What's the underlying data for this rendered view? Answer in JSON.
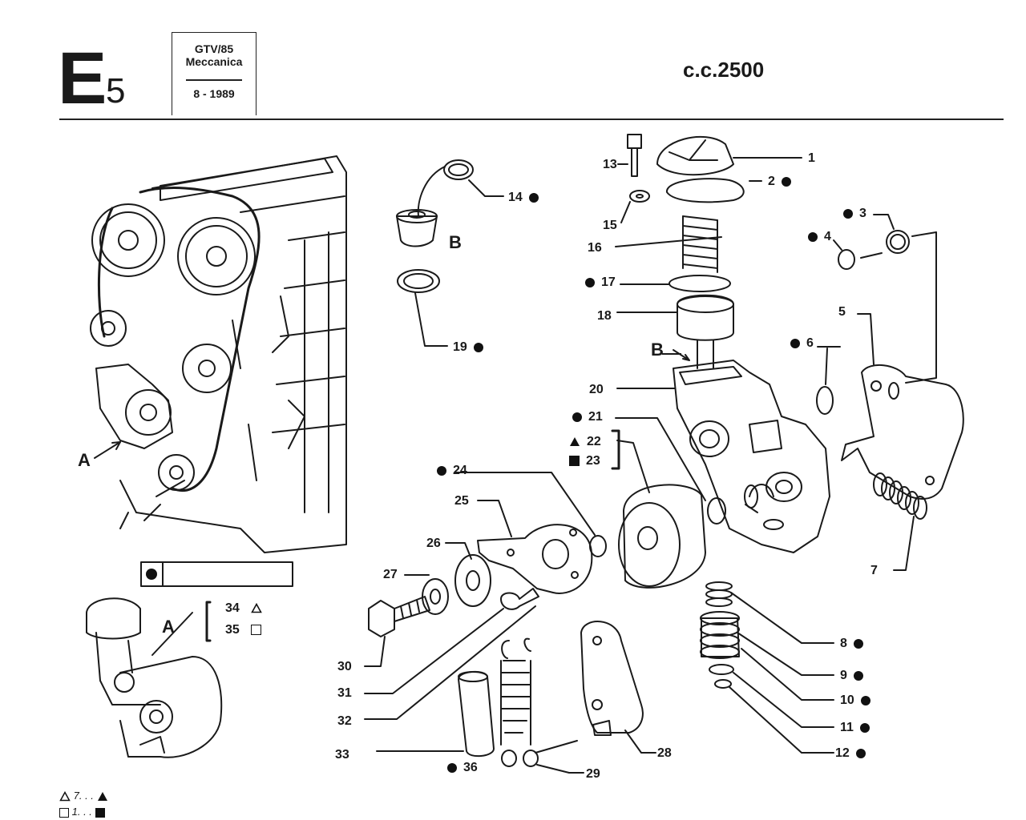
{
  "header": {
    "section_letter": "E",
    "section_number": "5",
    "model": "GTV/85",
    "category": "Meccanica",
    "date": "8 - 1989",
    "displacement": "c.c.2500"
  },
  "view_labels": {
    "a": "A",
    "b": "B"
  },
  "callouts": {
    "c1": "1",
    "c2": "2",
    "c3": "3",
    "c4": "4",
    "c5": "5",
    "c6": "6",
    "c7": "7",
    "c8": "8",
    "c9": "9",
    "c10": "10",
    "c11": "11",
    "c12": "12",
    "c13": "13",
    "c14": "14",
    "c15": "15",
    "c16": "16",
    "c17": "17",
    "c18": "18",
    "c19": "19",
    "c20": "20",
    "c21": "21",
    "c22": "22",
    "c23": "23",
    "c24": "24",
    "c25": "25",
    "c26": "26",
    "c27": "27",
    "c28": "28",
    "c29": "29",
    "c30": "30",
    "c31": "31",
    "c32": "32",
    "c33": "33",
    "c34": "34",
    "c35": "35",
    "c36": "36"
  },
  "legend": {
    "row1": "7. . .",
    "row2": "1. . ."
  },
  "icons": [
    "filled-dot-icon",
    "triangle-outline-icon",
    "triangle-filled-icon",
    "square-outline-icon",
    "square-filled-icon"
  ]
}
